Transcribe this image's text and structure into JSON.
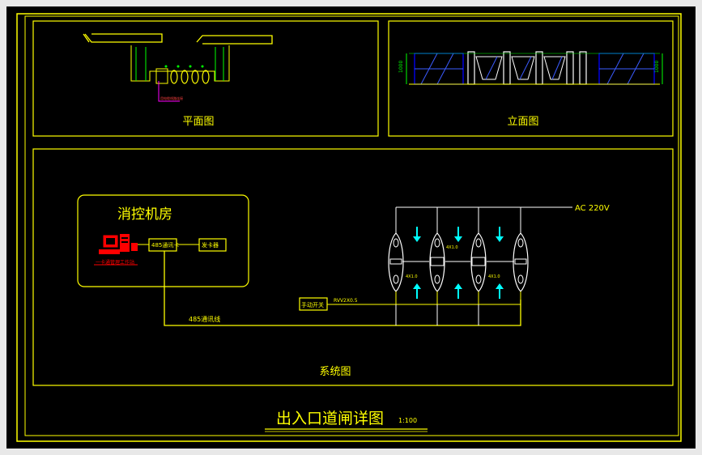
{
  "drawing": {
    "title": "出入口道闸详图",
    "scale": "1:100",
    "panels": {
      "plan": {
        "caption": "平面图"
      },
      "elevation": {
        "caption": "立面图"
      },
      "system": {
        "caption": "系统图"
      }
    },
    "plan_labels": {
      "red_note": "用电缆线路连接"
    },
    "elevation_labels": {
      "dim_left": "1000",
      "dim_right": "1000"
    },
    "control_room": {
      "title": "消控机房",
      "workstation_label": "一卡通管理工作站",
      "converter_label": "485通讯卡",
      "card_issuer_label": "发卡器"
    },
    "wiring": {
      "power_label": "AC 220V",
      "bus_label": "485通讯线",
      "manual_switch_label": "手动开关",
      "cable_spec": "RVV2X0.5",
      "gate_wire_label": "4X1.0"
    }
  },
  "colors": {
    "background": "#000000",
    "border": "#ffff00",
    "text": "#ffff00",
    "line_white": "#ffffff",
    "arrow_cyan": "#00ffff",
    "accent_red": "#ff0000",
    "accent_blue": "#0000ff",
    "accent_green": "#00ff00",
    "accent_magenta": "#ff00ff"
  }
}
